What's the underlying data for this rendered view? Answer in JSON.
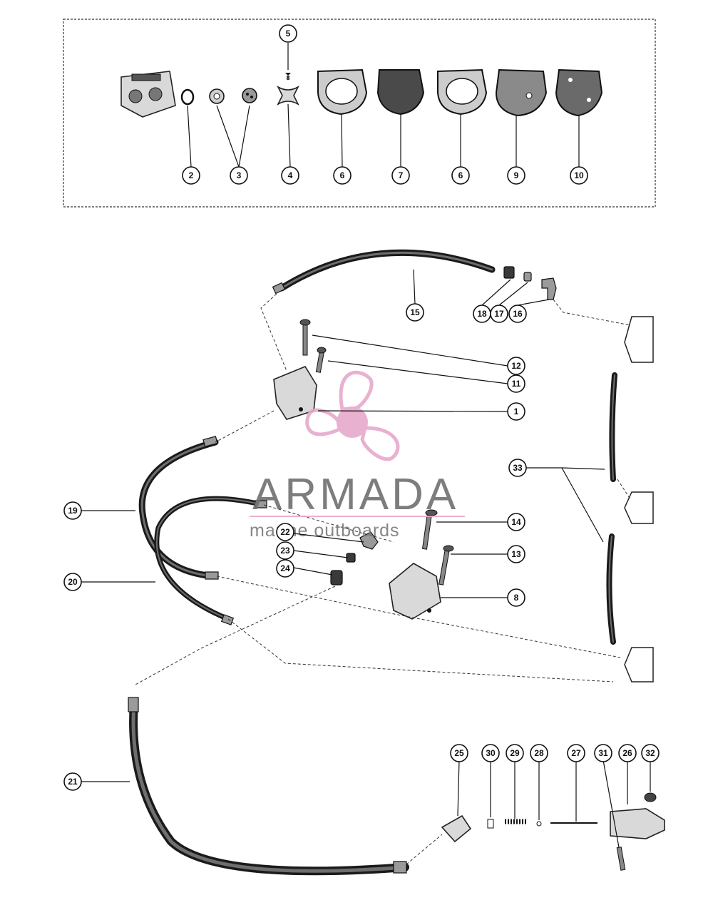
{
  "watermark": {
    "title": "ARMADA",
    "subtitle": "marine outboards",
    "accent_color": "#e7a9cc",
    "logo_icon": "propeller-icon"
  },
  "callouts": {
    "c1": "1",
    "c2": "2",
    "c3": "3",
    "c4": "4",
    "c5": "5",
    "c6a": "6",
    "c6b": "6",
    "c7": "7",
    "c8": "8",
    "c9": "9",
    "c10": "10",
    "c11": "11",
    "c12": "12",
    "c13": "13",
    "c14": "14",
    "c15": "15",
    "c16": "16",
    "c17": "17",
    "c18": "18",
    "c19": "19",
    "c20": "20",
    "c21": "21",
    "c22": "22",
    "c23": "23",
    "c24": "24",
    "c25": "25",
    "c26": "26",
    "c27": "27",
    "c28": "28",
    "c29": "29",
    "c30": "30",
    "c31": "31",
    "c32": "32",
    "c33": "33"
  }
}
